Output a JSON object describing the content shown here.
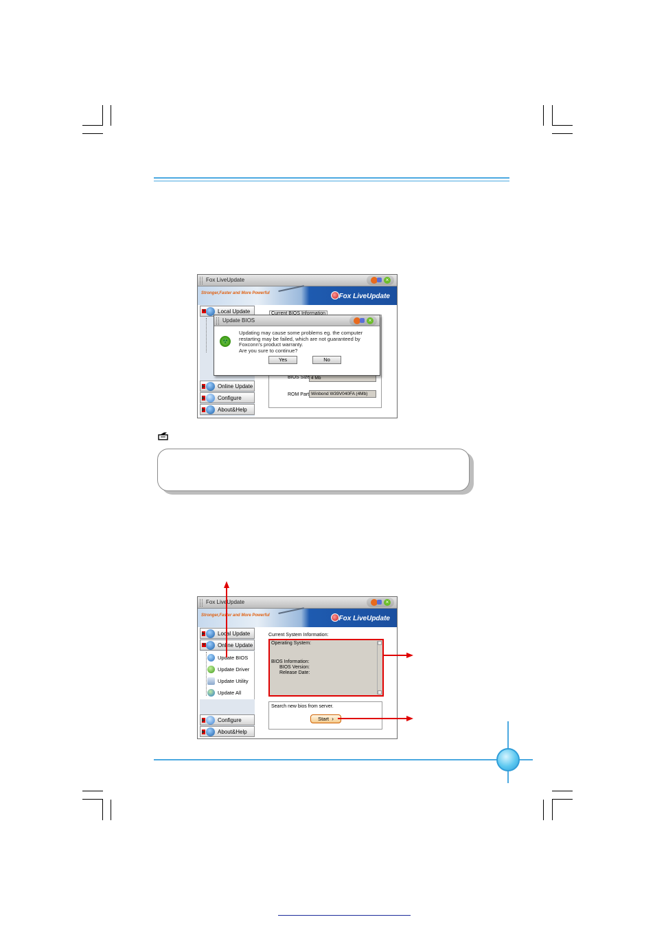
{
  "colors": {
    "rule_blue": "#4aa8e0",
    "circle_blue": "#5cc8f0",
    "accent_red": "#e00000",
    "banner_blue": "#1b4f9f"
  },
  "top_window": {
    "title": "Fox LiveUpdate",
    "slogan": "Stronger,Faster and More Powerful",
    "logo": "Fox LiveUpdate",
    "nav": [
      {
        "label": "Local Update",
        "icon": "computer-icon"
      },
      {
        "label": "Online Update",
        "icon": "globe-icon"
      },
      {
        "label": "Configure",
        "icon": "gears-icon"
      },
      {
        "label": "About&Help",
        "icon": "help-icon"
      }
    ],
    "tab_label": "Current BIOS Information",
    "fields": [
      {
        "label": "BIOS Size",
        "value": "4 Mb"
      },
      {
        "label": "ROM Part",
        "value": "Winbond W39V040FA (4Mb)"
      }
    ],
    "dialog": {
      "title": "Update BIOS",
      "message_lines": [
        "Updating may cause some problems eg. the computer",
        "restarting may be failed, which are not guaranteed by",
        "Foxconn's product warranty.",
        "Are you sure to continue?"
      ],
      "yes_label": "Yes",
      "no_label": "No"
    }
  },
  "note_icon": "note-hand-icon",
  "bottom_window": {
    "title": "Fox LiveUpdate",
    "slogan": "Stronger,Faster and More Powerful",
    "logo": "Fox LiveUpdate",
    "nav": [
      {
        "label": "Local Update"
      },
      {
        "label": "Online Update"
      },
      {
        "label": "Configure"
      },
      {
        "label": "About&Help"
      }
    ],
    "sub_items": [
      {
        "label": "Update BIOS",
        "icon": "bios-globe-icon"
      },
      {
        "label": "Update Driver",
        "icon": "driver-globe-icon"
      },
      {
        "label": "Update Utility",
        "icon": "utility-icon"
      },
      {
        "label": "Update All",
        "icon": "update-all-icon"
      }
    ],
    "info_heading": "Current System Information:",
    "info_lines": {
      "os": "Operating System:",
      "bios_info": "BIOS Information:",
      "bios_version": "BIOS Version:",
      "release_date": "Release Date:"
    },
    "search_text": "Search new bios from server.",
    "start_label": "Start"
  }
}
